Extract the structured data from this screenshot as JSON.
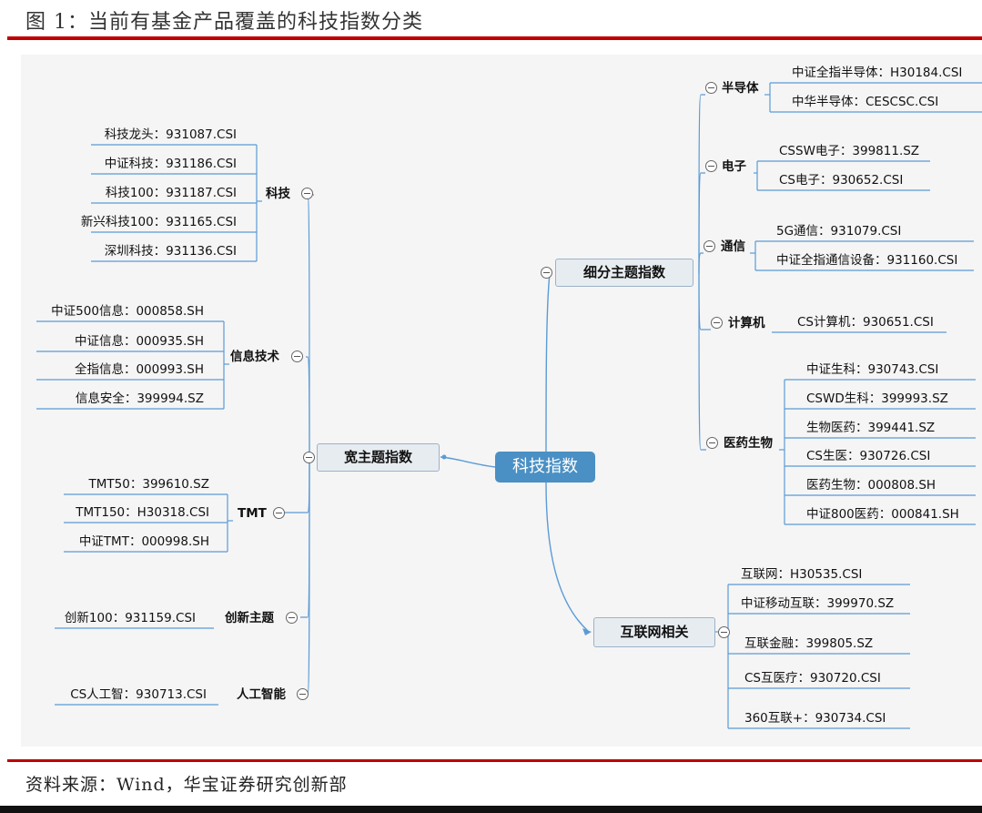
{
  "title": "图 1：当前有基金产品覆盖的科技指数分类",
  "source": "资料来源：Wind，华宝证券研究创新部",
  "colors": {
    "accent_red": "#c00000",
    "root_fill": "#4a90c4",
    "line": "#5b9bd5"
  },
  "root": "科技指数",
  "broad": {
    "label": "宽主题指数",
    "groups": [
      {
        "label": "科技",
        "items": [
          "科技龙头：931087.CSI",
          "中证科技：931186.CSI",
          "科技100：931187.CSI",
          "新兴科技100：931165.CSI",
          "深圳科技：931136.CSI"
        ]
      },
      {
        "label": "信息技术",
        "items": [
          "中证500信息：000858.SH",
          "中证信息：000935.SH",
          "全指信息：000993.SH",
          "信息安全：399994.SZ"
        ]
      },
      {
        "label": "TMT",
        "items": [
          "TMT50：399610.SZ",
          "TMT150：H30318.CSI",
          "中证TMT：000998.SH"
        ]
      },
      {
        "label": "创新主题",
        "items": [
          "创新100：931159.CSI"
        ]
      },
      {
        "label": "人工智能",
        "items": [
          "CS人工智：930713.CSI"
        ]
      }
    ]
  },
  "niche": {
    "label": "细分主题指数",
    "groups": [
      {
        "label": "半导体",
        "items": [
          "中证全指半导体：H30184.CSI",
          "中华半导体：CESCSC.CSI"
        ]
      },
      {
        "label": "电子",
        "items": [
          "CSSW电子：399811.SZ",
          "CS电子：930652.CSI"
        ]
      },
      {
        "label": "通信",
        "items": [
          "5G通信：931079.CSI",
          "中证全指通信设备：931160.CSI"
        ]
      },
      {
        "label": "计算机",
        "items": [
          "CS计算机：930651.CSI"
        ]
      },
      {
        "label": "医药生物",
        "items": [
          "中证生科：930743.CSI",
          "CSWD生科：399993.SZ",
          "生物医药：399441.SZ",
          "CS生医：930726.CSI",
          "医药生物：000808.SH",
          "中证800医药：000841.SH"
        ]
      }
    ]
  },
  "internet": {
    "label": "互联网相关",
    "items": [
      "互联网：H30535.CSI",
      "中证移动互联：399970.SZ",
      "互联金融：399805.SZ",
      "CS互医疗：930720.CSI",
      "360互联+：930734.CSI"
    ]
  }
}
